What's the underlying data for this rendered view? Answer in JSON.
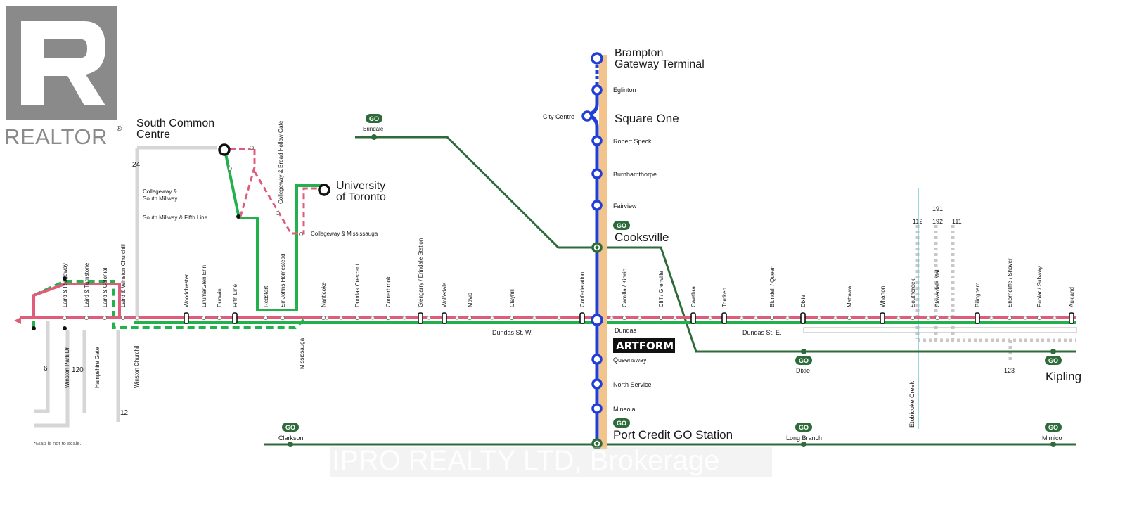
{
  "branding": {
    "realtor": "REALTOR",
    "realtor_mark": "®",
    "artform": "ARTFORM",
    "watermark": "IPRO REALTY LTD, Brokerage"
  },
  "note": "*Map is not to scale.",
  "colors": {
    "hurontario_lrt": "#1f3fd6",
    "hurontario_bg": "#f2c38b",
    "dundas_brt": "#e05c7b",
    "dundas_st": "#22b14c",
    "go_rail": "#2e6b3a",
    "creek": "#7ec6e0",
    "bus_routes": "#d6d6d6"
  },
  "terminals": {
    "brampton": [
      "Brampton",
      "Gateway Terminal"
    ],
    "square_one": "Square One",
    "cooksville": "Cooksville",
    "port_credit": "Port Credit GO Station",
    "south_common": [
      "South Common",
      "Centre"
    ],
    "uoft": [
      "University",
      "of Toronto"
    ],
    "kipling": "Kipling"
  },
  "lrt_stops": {
    "eglinton": "Eglinton",
    "city_centre": "City Centre",
    "robert_speck": "Robert Speck",
    "burnhamthorpe": "Burnhamthorpe",
    "fairview": "Fairview",
    "dundas": "Dundas",
    "queensway": "Queensway",
    "north_service": "North Service",
    "mineola": "Mineola"
  },
  "go_stations": {
    "erindale": "Erindale",
    "dixie": "Dixie",
    "clarkson": "Clarkson",
    "long_branch": "Long Branch",
    "mimico": "Mimico"
  },
  "dundas_stops": [
    "Laird & Ridgeway",
    "Laird & Turnstone",
    "Laird & Colonial",
    "Laird & Winston Churchill",
    "Woodchester",
    "Liruma/Glen Erin",
    "Dunwin",
    "Fifth Line",
    "Redstart",
    "Sir Johns Homestead",
    "Nanticoke",
    "Dundas Crescent",
    "Comerbrook",
    "Glengarry / Erindale Station",
    "Wolfedale",
    "Mavis",
    "Clayhill",
    "Confederation",
    "Camilla / Kirwin",
    "Cliff / Grenville",
    "Cawthra",
    "Tomken",
    "Blundell / Queen",
    "Dixie",
    "Mattawa",
    "Wharton",
    "Southcreek",
    "Cloverdale Mall",
    "Bilingham",
    "Shorncliffe / Shaver",
    "Poplar / Subway",
    "Aukland"
  ],
  "lower_stops": {
    "winston_park": "Winston Park Dr",
    "hampshire": "Hampshire Gate",
    "winston_churchill": "Winston Churchill",
    "mississauga": "Mississauga",
    "collegeway_bhg": "Collegeway & Broad Hollow Gate"
  },
  "side_labels": {
    "collegeway_south_millway": [
      "Collegeway &",
      "South Millway"
    ],
    "south_millway_fifth": "South Millway & Fifth Line",
    "collegeway_mississauga": "Collegeway & Mississauga",
    "dundas_w": "Dundas St. W.",
    "dundas_e": "Dundas St. E.",
    "creek": "Etobicoke Creek"
  },
  "routes": {
    "r24": "24",
    "r6": "6",
    "r120": "120",
    "r12": "12",
    "r112": "112",
    "r191": "191",
    "r192": "192",
    "r111": "111",
    "r123": "123"
  },
  "go_logo": "GO"
}
